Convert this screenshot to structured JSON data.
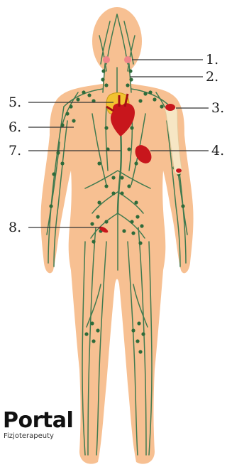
{
  "diagram": {
    "callouts": [
      {
        "label": "1."
      },
      {
        "label": "2."
      },
      {
        "label": "3."
      },
      {
        "label": "4."
      },
      {
        "label": "5."
      },
      {
        "label": "6."
      },
      {
        "label": "7."
      },
      {
        "label": "8."
      }
    ]
  },
  "brand": {
    "name": "Portal",
    "subtitle": "Fizjoterapeuty"
  },
  "colors": {
    "skin": "#f7c092",
    "vessel": "#3f7a4f",
    "node": "#2e6b3a",
    "organ_red": "#c8161c",
    "heart_yellow": "#f2c230",
    "bone": "#f6e6c4",
    "tonsil_pink": "#f0868a",
    "leader_line": "#333333"
  }
}
